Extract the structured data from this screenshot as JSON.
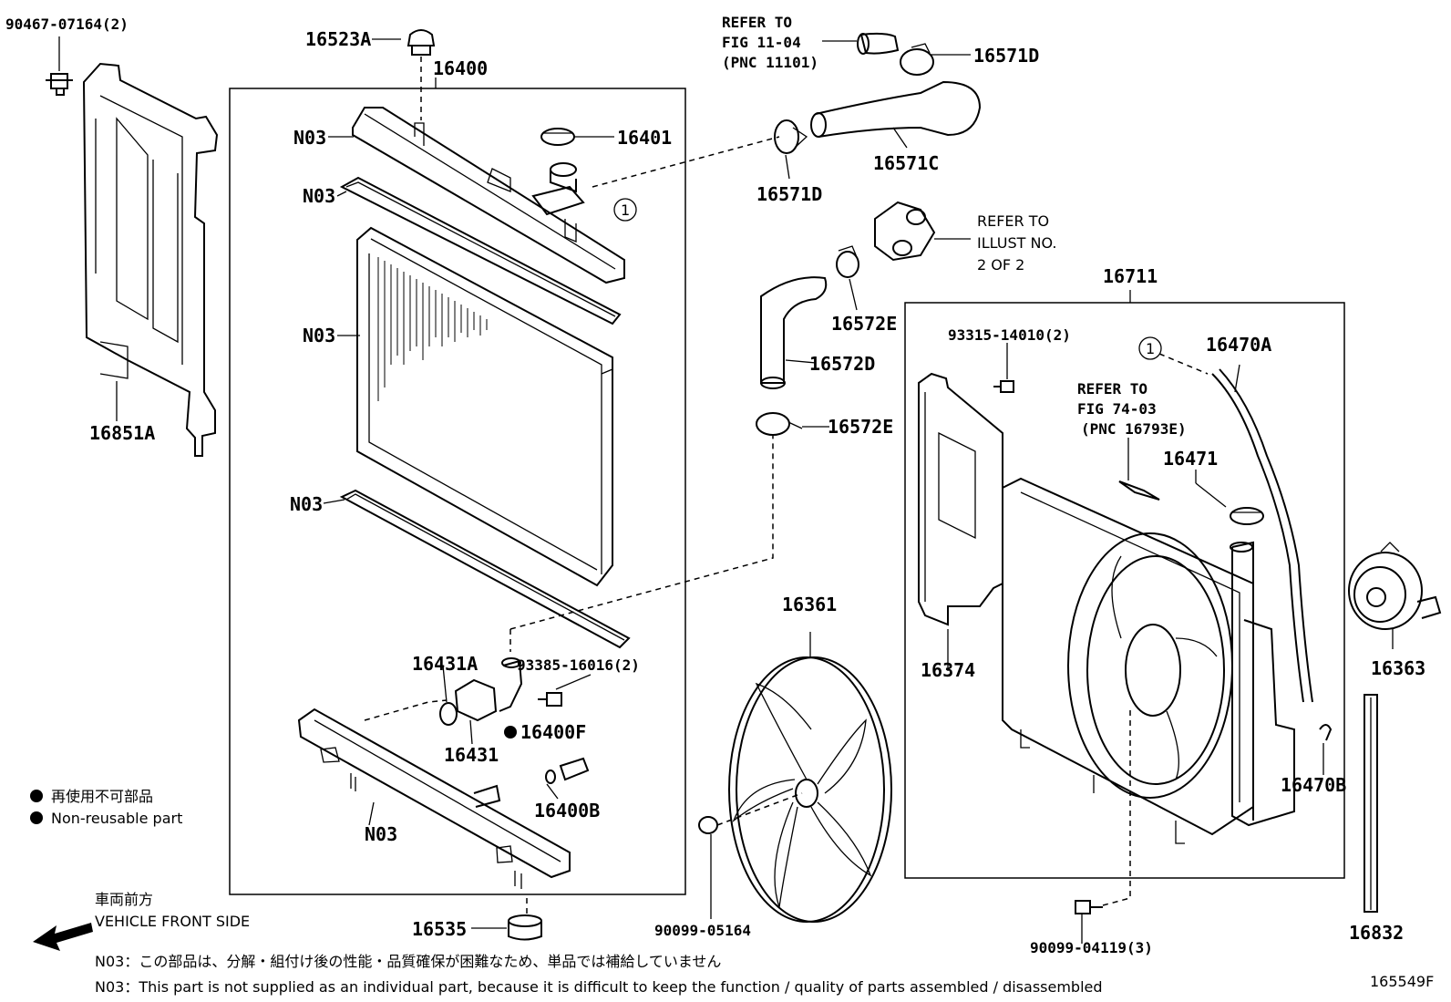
{
  "parts": {
    "p90467": "90467-07164(2)",
    "p16523A": "16523A",
    "p16400": "16400",
    "p16401": "16401",
    "p16571D_top": "16571D",
    "p16571C": "16571C",
    "p16571D_low": "16571D",
    "p16572E_top": "16572E",
    "p16572D": "16572D",
    "p16572E_low": "16572E",
    "p16711": "16711",
    "p93315": "93315-14010(2)",
    "p16470A": "16470A",
    "p16471": "16471",
    "p16374": "16374",
    "p16363": "16363",
    "p16470B": "16470B",
    "p16832": "16832",
    "p90099_04119": "90099-04119(3)",
    "p90099_05164": "90099-05164",
    "p16361": "16361",
    "p16535": "16535",
    "p16431A": "16431A",
    "p16431": "16431",
    "p93385": "93385-16016(2)",
    "p16400F": "16400F",
    "p16400B": "16400B",
    "p16851A": "16851A",
    "n03": "N03"
  },
  "refs": {
    "fig11": [
      "REFER TO",
      "FIG 11-04",
      "(PNC 11101)"
    ],
    "illust": [
      "REFER TO",
      "ILLUST NO.",
      "2 OF 2"
    ],
    "fig74": [
      "REFER TO",
      "FIG 74-03",
      "(PNC 16793E)"
    ]
  },
  "callout_marker": "1",
  "legend": {
    "jp": "再使用不可部品",
    "en": "Non-reusable part"
  },
  "front": {
    "jp": "車両前方",
    "en": "VEHICLE FRONT SIDE"
  },
  "notes": {
    "jp": "N03：この部品は、分解・組付け後の性能・品質確保が困難なため、単品では補給していません",
    "en": "N03：This part is not supplied as an individual part, because it is difficult to keep the function / quality of parts assembled / disassembled"
  },
  "figure_id": "165549F"
}
